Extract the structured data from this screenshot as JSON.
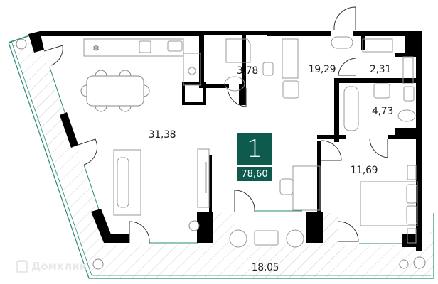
{
  "plan": {
    "rooms_count": "1",
    "total_area": "78,60",
    "accent_color": "#0e5a4d",
    "glazing_color": "#2a8a78",
    "wall_color": "#000000"
  },
  "rooms": [
    {
      "id": "living-kitchen",
      "area": "31,38"
    },
    {
      "id": "bathroom-small",
      "area": "3,78"
    },
    {
      "id": "hallway",
      "area": "19,29"
    },
    {
      "id": "wardrobe",
      "area": "2,31"
    },
    {
      "id": "bathroom",
      "area": "4,73"
    },
    {
      "id": "bedroom",
      "area": "11,69"
    },
    {
      "id": "terrace",
      "area": "18,05"
    }
  ],
  "watermark": {
    "text": "Домклик",
    "icon": "domclick-house-icon"
  }
}
